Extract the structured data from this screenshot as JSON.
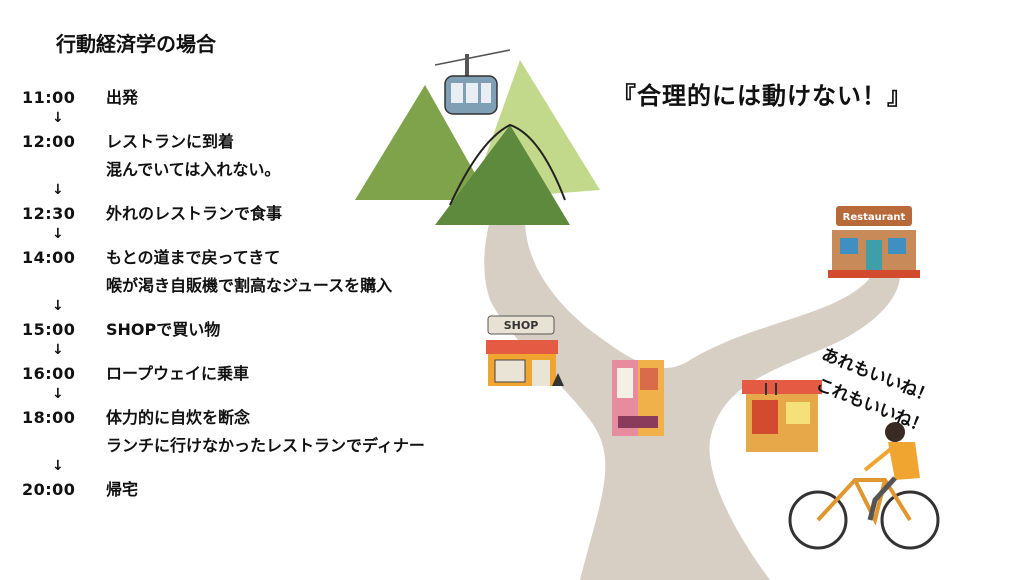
{
  "page": {
    "title": "行動経済学の場合",
    "headline": "『合理的には動けない！』",
    "bubble_lines": [
      "あれもいいね！",
      "これもいいね！"
    ]
  },
  "illustration": {
    "shop_sign": "SHOP",
    "restaurant_sign": "Restaurant"
  },
  "schedule": [
    {
      "time": "11:00",
      "lines": [
        "出発"
      ]
    },
    {
      "time": "12:00",
      "lines": [
        "レストランに到着",
        "混んでいては入れない。"
      ]
    },
    {
      "time": "12:30",
      "lines": [
        "外れのレストランで食事"
      ]
    },
    {
      "time": "14:00",
      "lines": [
        "もとの道まで戻ってきて",
        "喉が渇き自販機で割高なジュースを購入"
      ]
    },
    {
      "time": "15:00",
      "lines": [
        "SHOPで買い物"
      ]
    },
    {
      "time": "16:00",
      "lines": [
        "ロープウェイに乗車"
      ]
    },
    {
      "time": "18:00",
      "lines": [
        "体力的に自炊を断念",
        "ランチに行けなかったレストランでディナー"
      ]
    },
    {
      "time": "20:00",
      "lines": [
        "帰宅"
      ]
    }
  ],
  "arrow_glyph": "↓"
}
